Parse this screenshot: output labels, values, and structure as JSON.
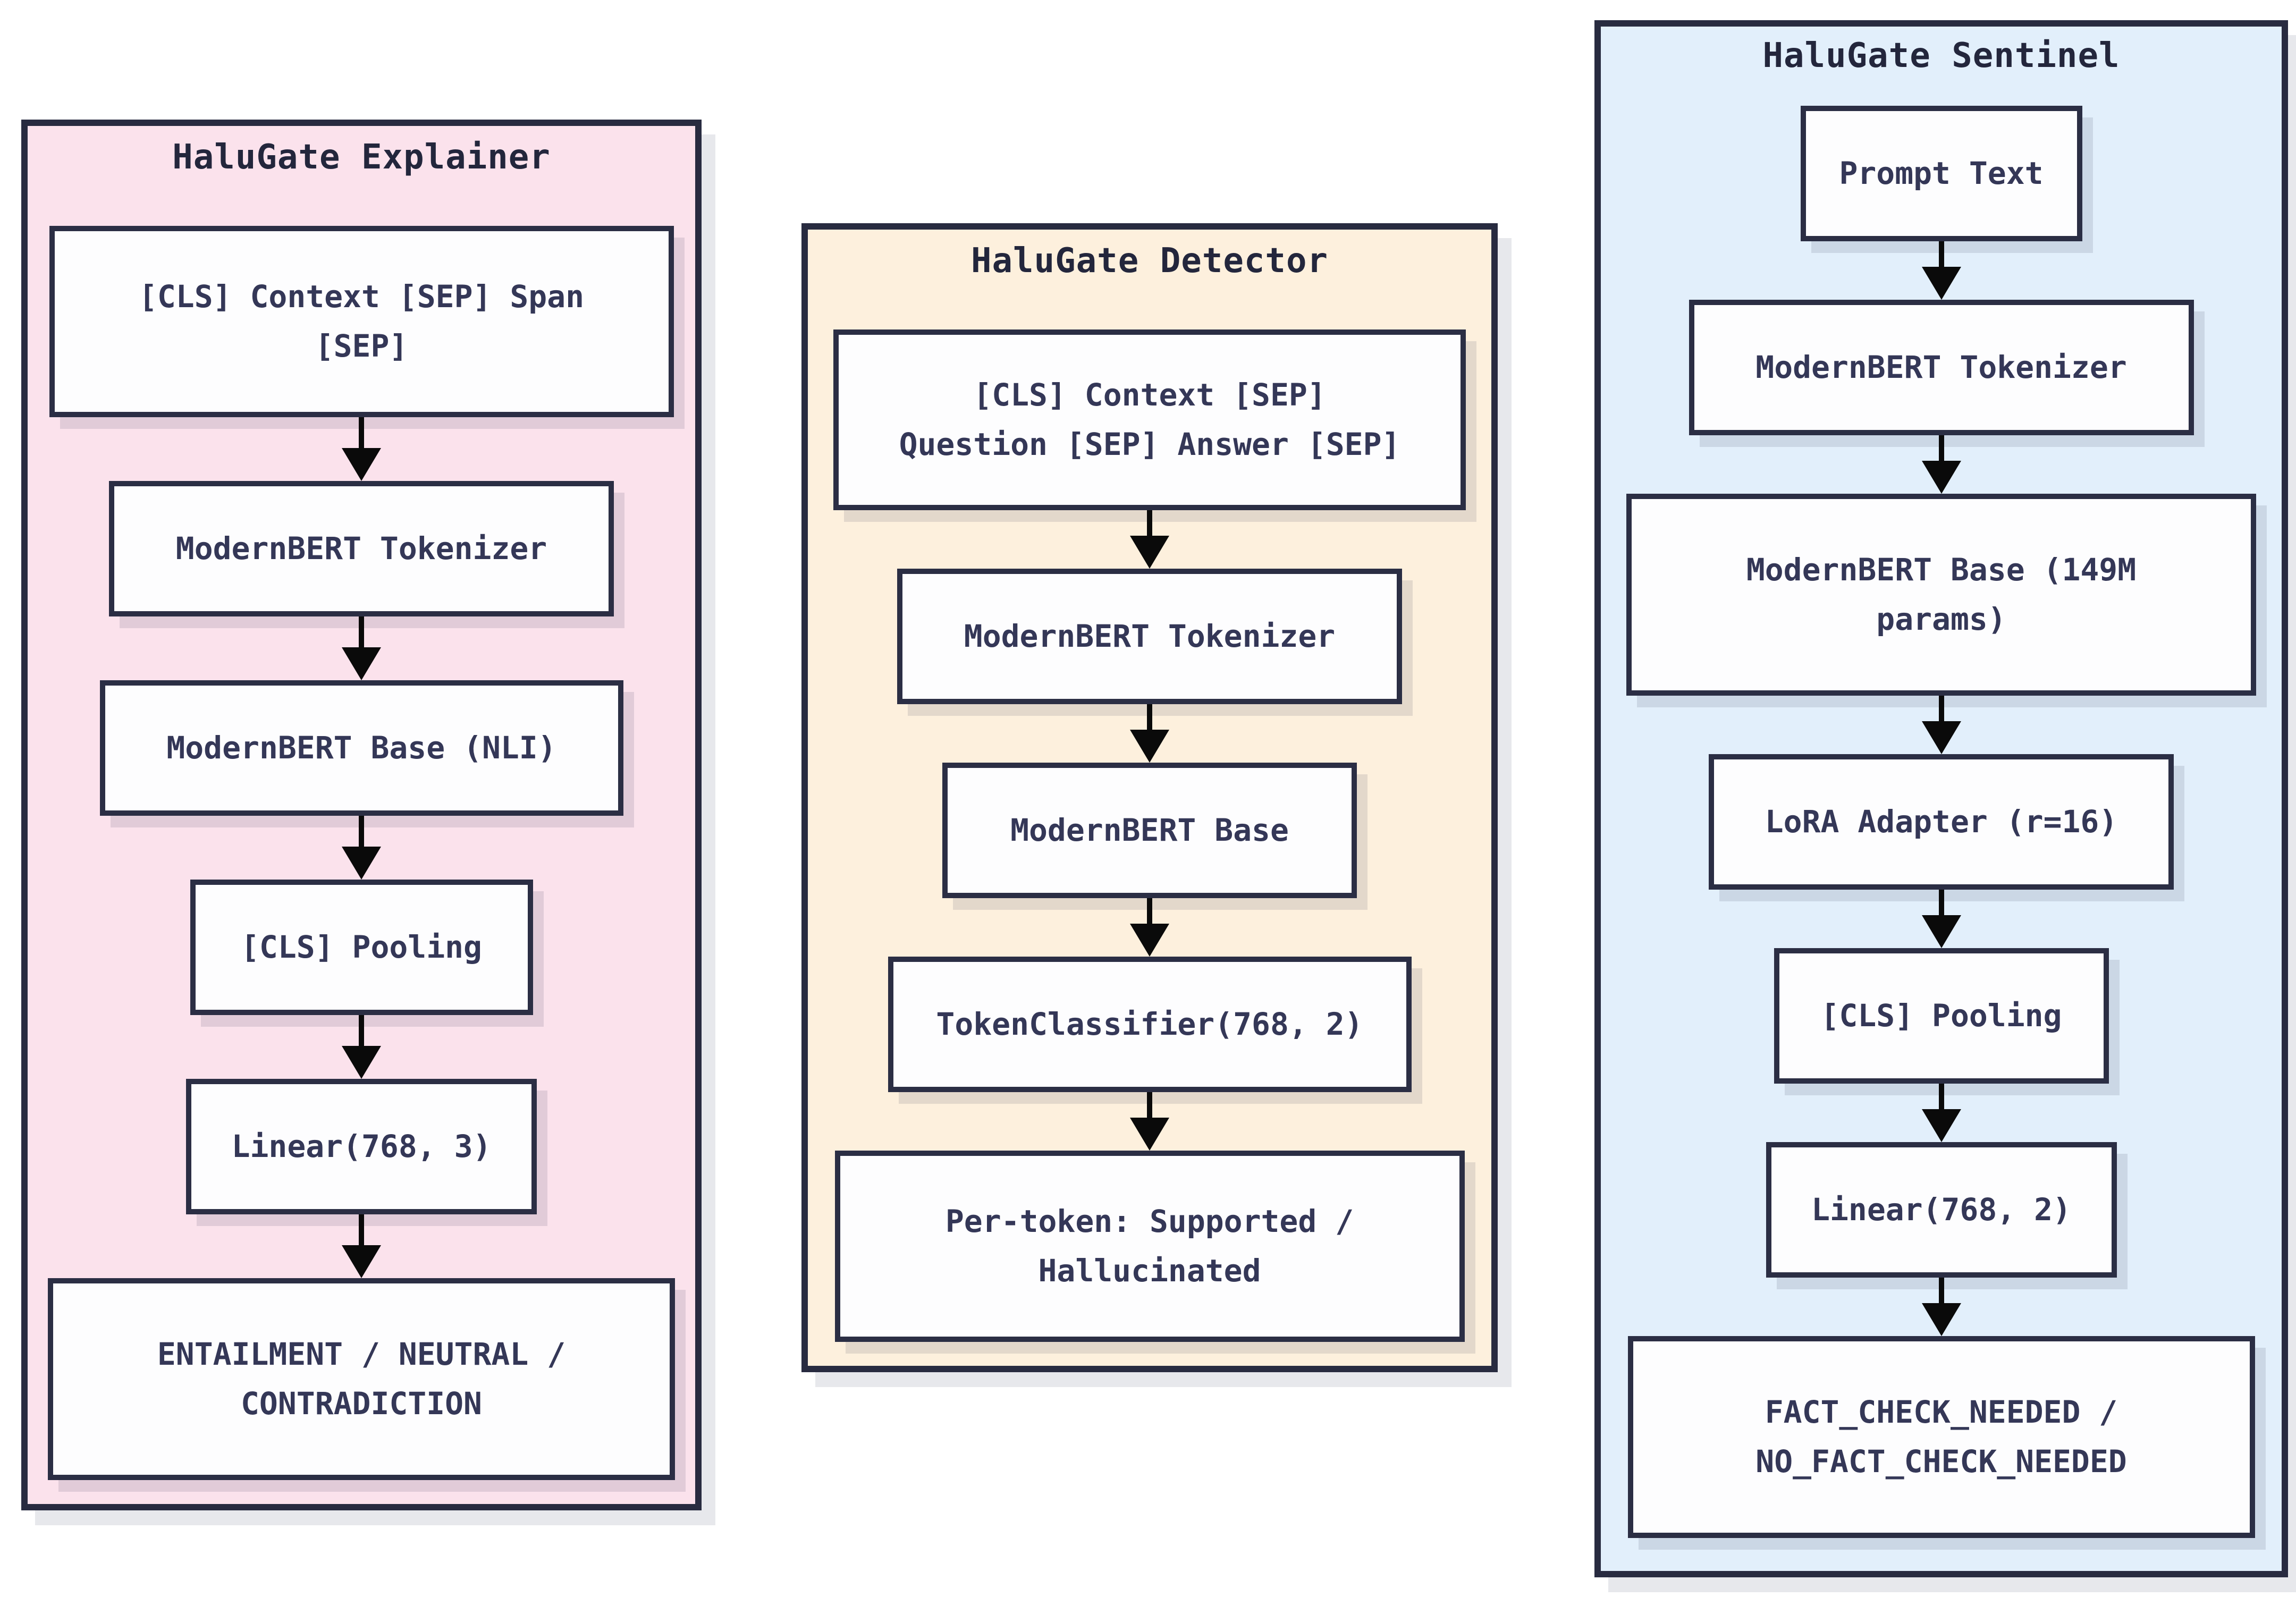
{
  "colors": {
    "page_bg": "#ffffff",
    "panel_border": "#282b40",
    "node_bg": "#fdfdfe",
    "node_border": "#2b2e44",
    "title_text": "#23263c",
    "node_text": "#343757",
    "arrow": "#0a0a0a",
    "explainer_bg": "#fbe2ec",
    "detector_bg": "#fdf0dd",
    "sentinel_bg": "#e2effb"
  },
  "columns": [
    {
      "title": "HaluGate Explainer",
      "nodes": [
        "[CLS] Context [SEP] Span\n[SEP]",
        "ModernBERT Tokenizer",
        "ModernBERT Base (NLI)",
        "[CLS] Pooling",
        "Linear(768, 3)",
        "ENTAILMENT / NEUTRAL /\nCONTRADICTION"
      ]
    },
    {
      "title": "HaluGate Detector",
      "nodes": [
        "[CLS] Context [SEP]\nQuestion [SEP] Answer [SEP]",
        "ModernBERT Tokenizer",
        "ModernBERT Base",
        "TokenClassifier(768, 2)",
        "Per-token: Supported /\nHallucinated"
      ]
    },
    {
      "title": "HaluGate Sentinel",
      "nodes": [
        "Prompt Text",
        "ModernBERT Tokenizer",
        "ModernBERT Base (149M\nparams)",
        "LoRA Adapter (r=16)",
        "[CLS] Pooling",
        "Linear(768, 2)",
        "FACT_CHECK_NEEDED /\nNO_FACT_CHECK_NEEDED"
      ]
    }
  ]
}
